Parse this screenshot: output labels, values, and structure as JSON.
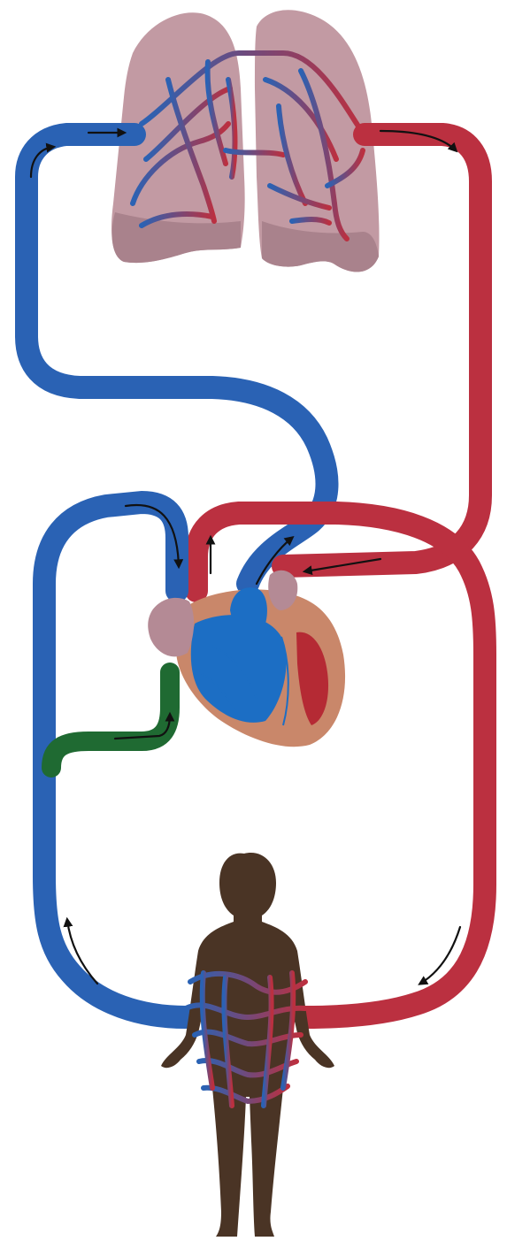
{
  "diagram": {
    "colors": {
      "background": "#ffffff",
      "deoxygenated": "#2a62b4",
      "oxygenated": "#bb3040",
      "portal": "#1f6a32",
      "lung_tissue": "#c29aa3",
      "lung_shade": "#a9828c",
      "heart_muscle": "#c9876a",
      "heart_chamber_blue": "#1c6ec4",
      "heart_chamber_red": "#b52a34",
      "atrium": "#b48a95",
      "body_silhouette": "#4a3425",
      "arrow": "#111111"
    },
    "components": {
      "lungs": "lungs",
      "heart": "heart",
      "body": "human-body",
      "pulmonary_circuit": "pulmonary-circuit",
      "systemic_circuit": "systemic-circuit",
      "portal_branch": "portal-branch"
    }
  }
}
